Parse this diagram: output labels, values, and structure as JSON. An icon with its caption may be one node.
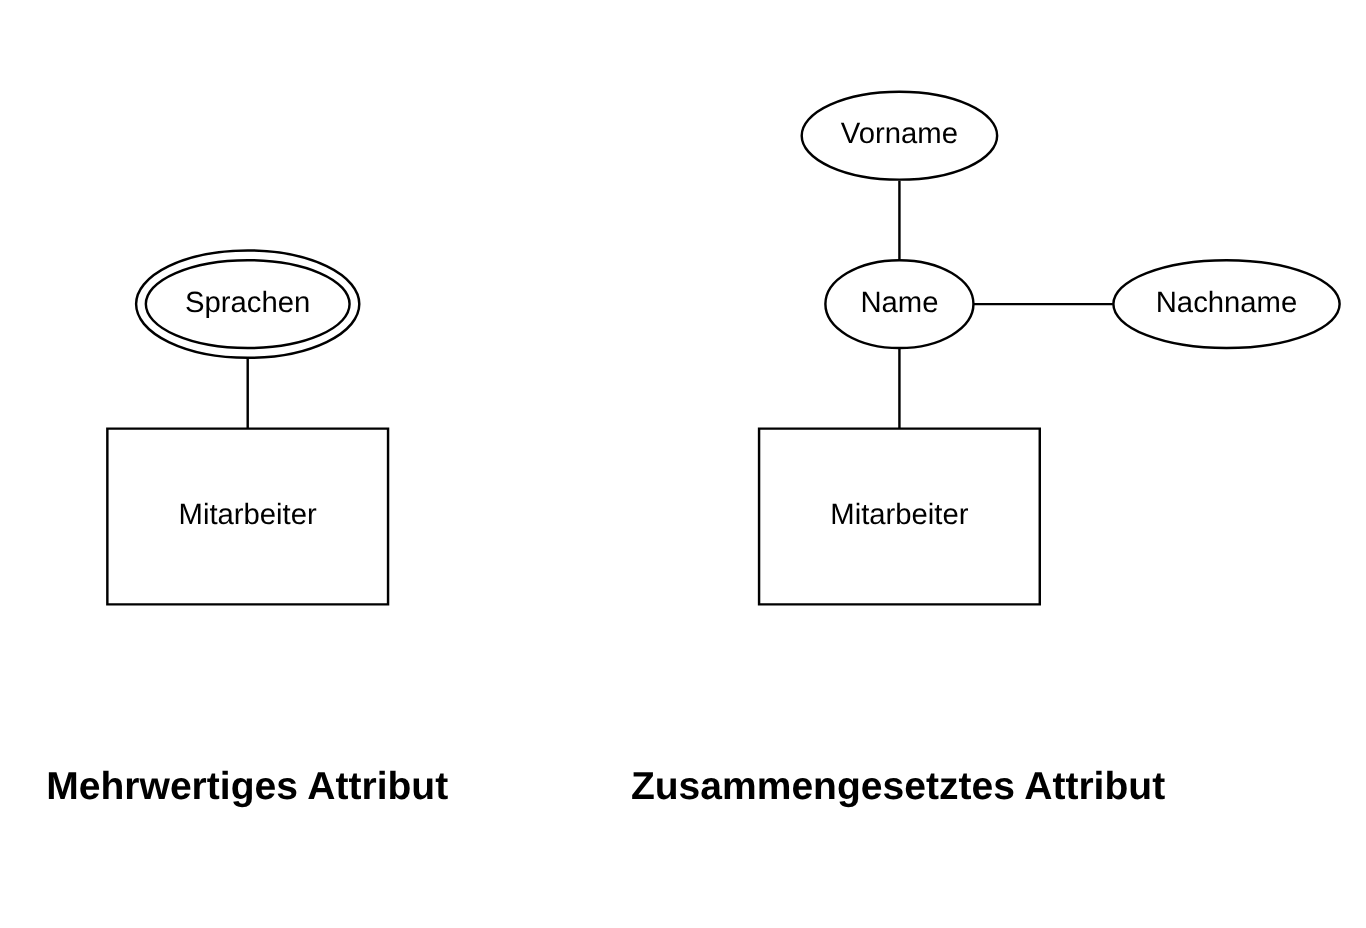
{
  "diagram": {
    "nodes": [
      {
        "text": [
          "Sprachen"
        ]
      },
      {
        "text": [
          "Mitarbeiter"
        ]
      },
      {
        "text": [
          "Vorname"
        ]
      },
      {
        "text": [
          "Name"
        ]
      },
      {
        "text": [
          "Nachname"
        ]
      },
      {
        "text": [
          "Mitarbeiter"
        ]
      }
    ],
    "edges": [
      {
        "from": 1,
        "to": 0,
        "arrow": "none"
      },
      {
        "from": 3,
        "to": 2,
        "arrow": "none"
      },
      {
        "from": 3,
        "to": 4,
        "arrow": "none"
      },
      {
        "from": 5,
        "to": 3,
        "arrow": "none"
      }
    ],
    "labels": [
      "Mehrwertiges Attribut",
      "Zusammengesetztes Attribut"
    ]
  }
}
